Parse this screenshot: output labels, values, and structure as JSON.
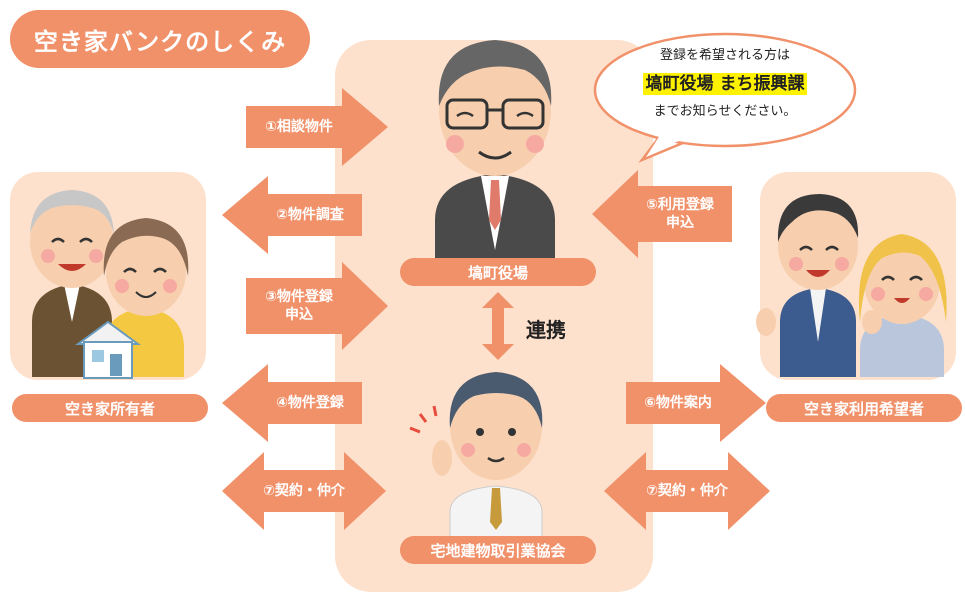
{
  "title": "空き家バンクのしくみ",
  "center": {
    "office_label": "塙町役場",
    "association_label": "宅地建物取引業協会",
    "link_label": "連携"
  },
  "owner_label": "空き家所有者",
  "applicant_label": "空き家利用希望者",
  "bubble": {
    "line1": "登録を希望される方は",
    "line2": "塙町役場 まち振興課",
    "line3": "までお知らせください。"
  },
  "arrows_left": {
    "a1": "①相談物件",
    "a2": "②物件調査",
    "a3_line1": "③物件登録",
    "a3_line2": "申込",
    "a4": "④物件登録",
    "a7": "⑦契約・仲介"
  },
  "arrows_right": {
    "a5_line1": "⑤利用登録",
    "a5_line2": "申込",
    "a6": "⑥物件案内",
    "a7": "⑦契約・仲介"
  },
  "colors": {
    "accent": "#f1916a",
    "panel": "#fde1cc",
    "highlight": "#fff200"
  }
}
